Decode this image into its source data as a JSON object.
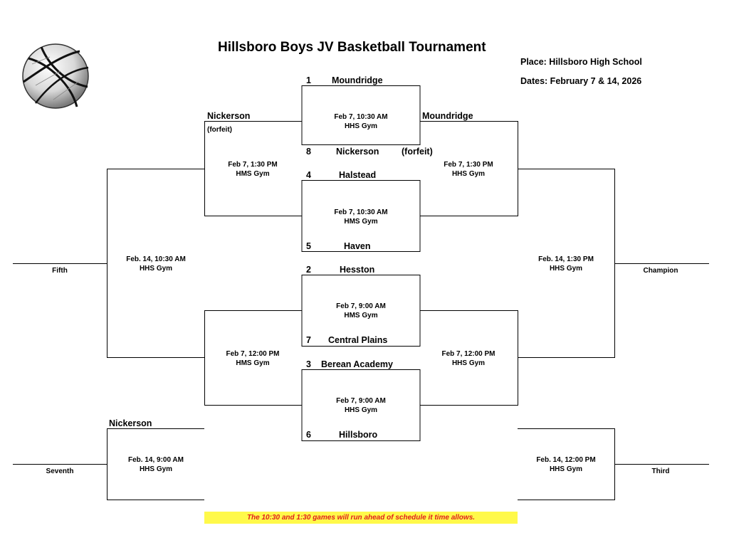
{
  "title": "Hillsboro Boys JV Basketball Tournament",
  "place": "Place: Hillsboro High School",
  "dates": "Dates: February 7 & 14, 2026",
  "first_round": [
    {
      "seed_top": "1",
      "team_top": "Moundridge",
      "seed_bottom": "8",
      "team_bottom": "Nickerson",
      "bottom_note": "(forfeit)",
      "time": "Feb 7, 10:30 AM",
      "gym": "HHS Gym"
    },
    {
      "seed_top": "4",
      "team_top": "Halstead",
      "seed_bottom": "5",
      "team_bottom": "Haven",
      "time": "Feb 7, 10:30 AM",
      "gym": "HMS Gym"
    },
    {
      "seed_top": "2",
      "team_top": "Hesston",
      "seed_bottom": "7",
      "team_bottom": "Central Plains",
      "time": "Feb 7, 9:00 AM",
      "gym": "HMS Gym"
    },
    {
      "seed_top": "3",
      "team_top": "Berean Academy",
      "seed_bottom": "6",
      "team_bottom": "Hillsboro",
      "time": "Feb 7, 9:00 AM",
      "gym": "HHS Gym"
    }
  ],
  "consolation_semis": {
    "top": {
      "team_top": "Nickerson",
      "team_top_note": "(forfeit)",
      "time": "Feb 7, 1:30 PM",
      "gym": "HMS Gym"
    },
    "bottom": {
      "time": "Feb 7, 12:00 PM",
      "gym": "HMS Gym"
    }
  },
  "championship_semis": {
    "top": {
      "team_top": "Moundridge",
      "time": "Feb 7, 1:30 PM",
      "gym": "HHS Gym"
    },
    "bottom": {
      "time": "Feb 7, 12:00 PM",
      "gym": "HHS Gym"
    }
  },
  "finals": {
    "fifth": {
      "time": "Feb. 14, 10:30 AM",
      "gym": "HHS Gym",
      "label": "Fifth"
    },
    "seventh": {
      "team_top": "Nickerson",
      "time": "Feb. 14, 9:00 AM",
      "gym": "HHS Gym",
      "label": "Seventh"
    },
    "champion": {
      "time": "Feb. 14, 1:30 PM",
      "gym": "HHS Gym",
      "label": "Champion"
    },
    "third": {
      "time": "Feb. 14, 12:00 PM",
      "gym": "HHS Gym",
      "label": "Third"
    }
  },
  "note": "The 10:30 and 1:30 games will run ahead of schedule it time allows.",
  "colors": {
    "line": "#000000",
    "note_bg": "#fff94a",
    "note_text": "#e0201e"
  },
  "logo": "basketball-icon"
}
